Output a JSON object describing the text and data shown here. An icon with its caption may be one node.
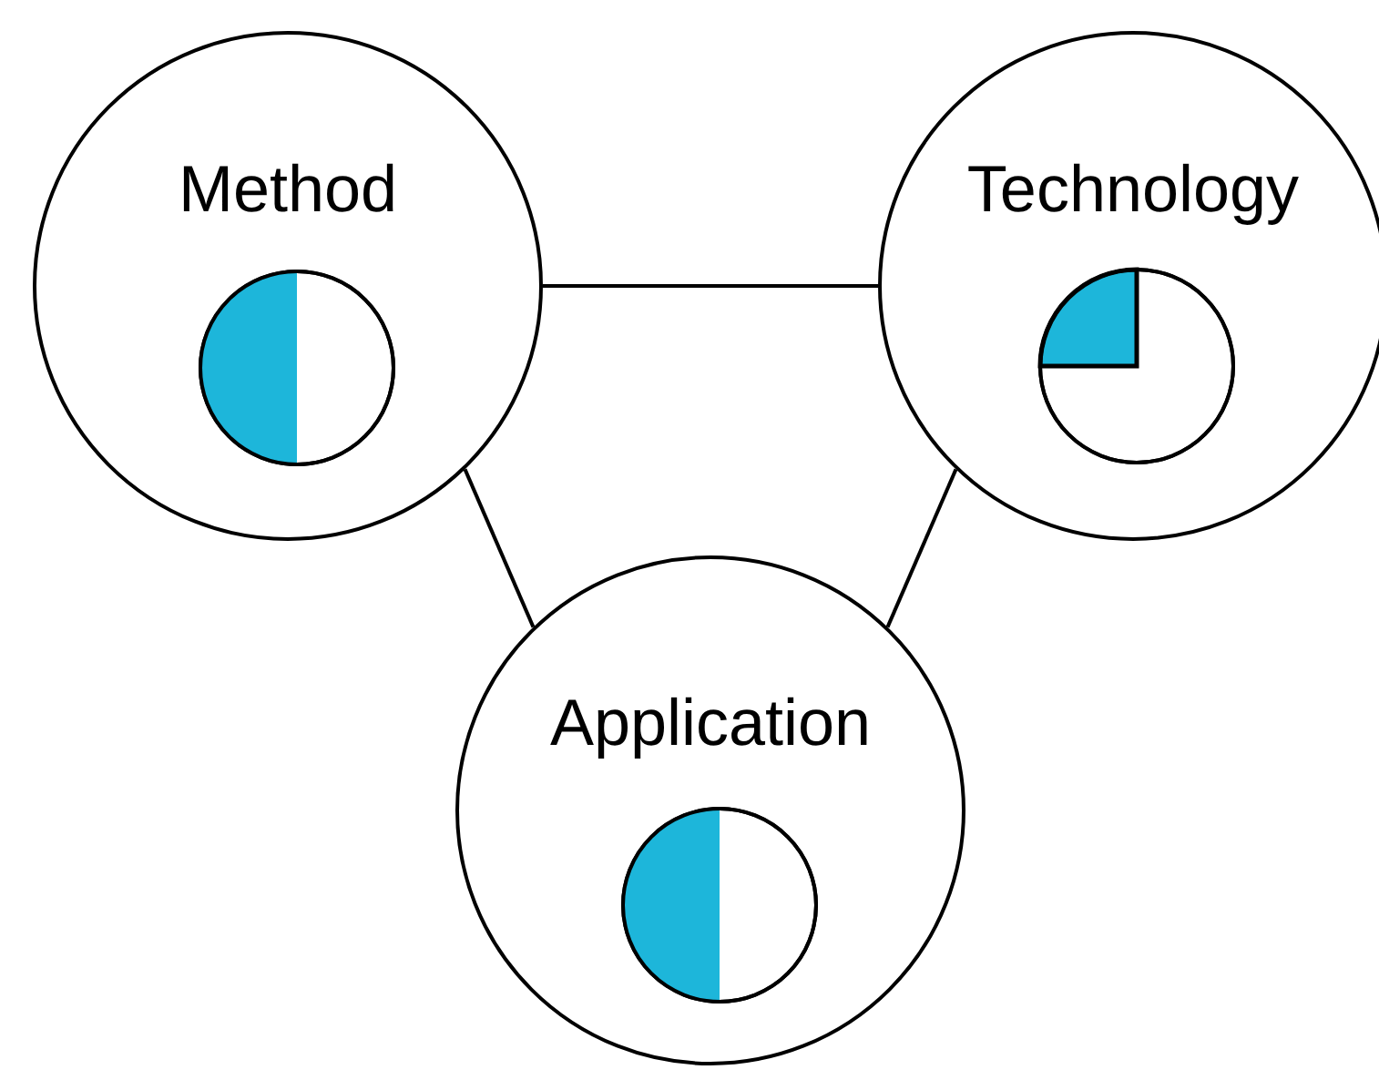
{
  "diagram": {
    "nodes": [
      {
        "text": [
          "Method"
        ]
      },
      {
        "text": [
          "Technology"
        ]
      },
      {
        "text": [
          "Application"
        ]
      }
    ],
    "edges": [
      {
        "from": 0,
        "to": 1,
        "arrow": "none"
      },
      {
        "from": 0,
        "to": 2,
        "arrow": "none"
      },
      {
        "from": 1,
        "to": 2,
        "arrow": "none"
      }
    ]
  }
}
